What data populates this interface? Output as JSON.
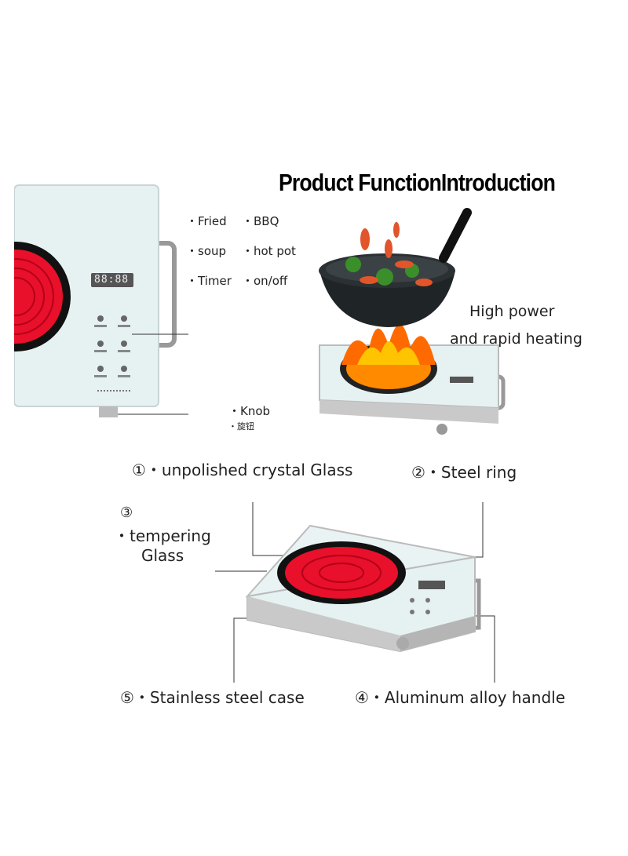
{
  "title": "Product FunctionIntroduction",
  "features": {
    "fried": "・Fried",
    "bbq": "・BBQ",
    "soup": "・soup",
    "hot_pot": "・hot pot",
    "timer": "・Timer",
    "on_off": "・on/off"
  },
  "display_digits": "88:88",
  "knob": {
    "label_en": "・Knob",
    "label_cn": "・旋钮"
  },
  "heating": {
    "line1": "High power",
    "line2": "and rapid heating"
  },
  "parts": {
    "p1": "①・unpolished crystal Glass",
    "p2": "②・Steel ring",
    "p3_num": "③",
    "p3_line1": "・tempering",
    "p3_line2": "Glass",
    "p4": "④・Aluminum alloy handle",
    "p5": "⑤・Stainless steel case"
  },
  "colors": {
    "glass": "#e6f1f2",
    "burner": "#e8102a",
    "steel": "#c9c9c9",
    "flame": "#ff8a00"
  }
}
